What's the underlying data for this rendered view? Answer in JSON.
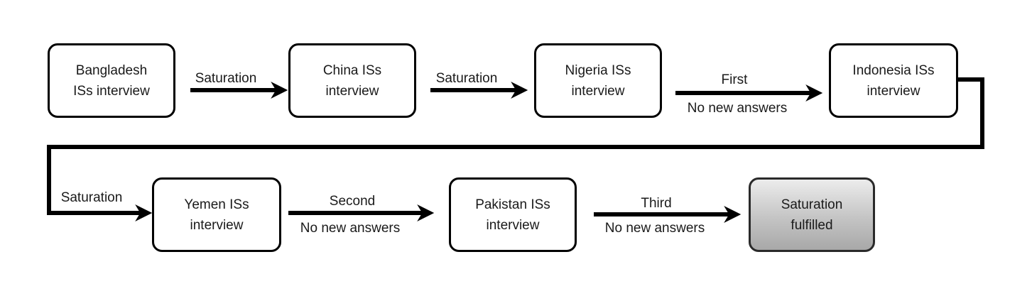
{
  "nodes": [
    {
      "id": "bangladesh",
      "text": "Bangladesh\nISs interview"
    },
    {
      "id": "china",
      "text": "China ISs\ninterview"
    },
    {
      "id": "nigeria",
      "text": "Nigeria ISs\ninterview"
    },
    {
      "id": "indonesia",
      "text": "Indonesia ISs\ninterview"
    },
    {
      "id": "yemen",
      "text": "Yemen ISs\ninterview"
    },
    {
      "id": "pakistan",
      "text": "Pakistan ISs\ninterview"
    },
    {
      "id": "fulfilled",
      "text": "Saturation\nfulfilled"
    }
  ],
  "edges": [
    {
      "from": "bangladesh",
      "to": "china",
      "above": "Saturation",
      "below": ""
    },
    {
      "from": "china",
      "to": "nigeria",
      "above": "Saturation",
      "below": ""
    },
    {
      "from": "nigeria",
      "to": "indonesia",
      "above": "First",
      "below": "No new answers"
    },
    {
      "from": "indonesia",
      "to": "yemen",
      "above": "Saturation",
      "below": ""
    },
    {
      "from": "yemen",
      "to": "pakistan",
      "above": "Second",
      "below": "No new answers"
    },
    {
      "from": "pakistan",
      "to": "fulfilled",
      "above": "Third",
      "below": "No new answers"
    }
  ],
  "colors": {
    "line": "#000000",
    "text": "#1a1a1a",
    "final_fill": "#c4c4c4"
  }
}
